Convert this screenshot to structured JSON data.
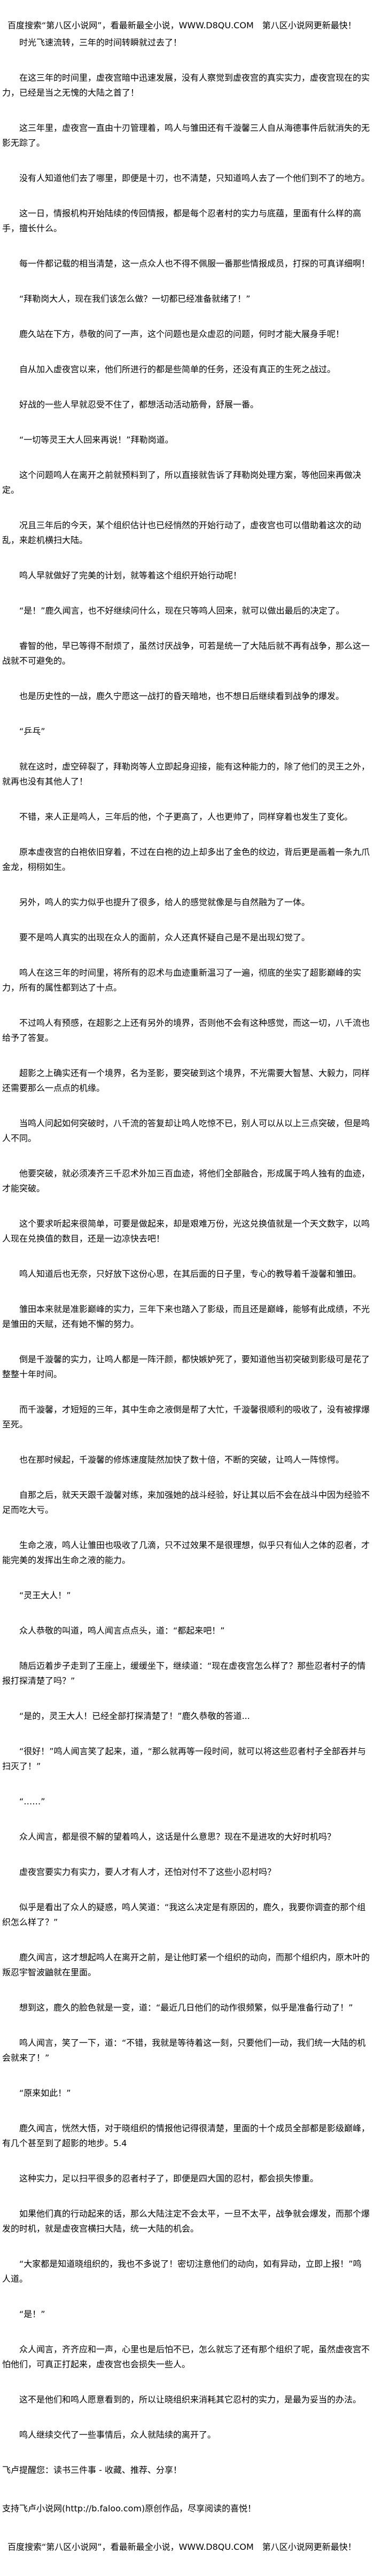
{
  "ad_banner": "百度搜索“第八区小说网”，看最新最全小说，WWW.D8QU.COM　第八区小说网更新最快！",
  "paragraphs": [
    "时光飞速流转，三年的时间转瞬就过去了！",
    "在这三年的时间里，虚夜宫暗中迅速发展，没有人察觉到虚夜宫的真实实力，虚夜宫现在的实力，已经是当之无愧的大陆之首了！",
    "这三年里，虚夜宫一直由十刃管理着，鸣人与雏田还有千漩馨三人自从海德事件后就消失的无影无踪了。",
    "没有人知道他们去了哪里，即便是十刃，也不清楚，只知道鸣人去了一个他们到不了的地方。",
    "这一日，情报机构开始陆续的传回情报，都是每个忍者村的实力与底蕴，里面有什么样的高手，擅长什么。",
    "每一件都记载的相当清楚，这一点众人也不得不佩服一番那些情报成员，打探的可真详细啊！",
    "“拜勒岗大人，现在我们该怎么做？一切都已经准备就绪了！”",
    "鹿久站在下方，恭敬的问了一声，这个问题也是众虚忍的问题，何时才能大展身手呢！",
    "自从加入虚夜宫以来，他们所进行的都是些简单的任务，还没有真正的生死之战过。",
    "好战的一些人早就忍受不住了，都想活动活动筋骨，舒展一番。",
    "“一切等灵王大人回来再说！”拜勒岗道。",
    "这个问题鸣人在离开之前就预料到了，所以直接就告诉了拜勒岗处理方案，等他回来再做决定。",
    "况且三年后的今天，某个组织估计也已经悄然的开始行动了，虚夜宫也可以借助着这次的动乱，来趁机横扫大陆。",
    "鸣人早就做好了完美的计划，就等着这个组织开始行动呢！",
    "“是！”鹿久闻言，也不好继续问什么，现在只等鸣人回来，就可以做出最后的决定了。",
    "睿智的他，早已等得不耐烦了，虽然讨厌战争，可若是统一了大陆后就不再有战争，那么这一战就不可避免的。",
    "也是历史性的一战，鹿久宁愿这一战打的昏天暗地，也不想日后继续看到战争的爆发。",
    "“乒乓”",
    "就在这时，虚空碎裂了，拜勒岗等人立即起身迎接，能有这种能力的，除了他们的灵王之外，就再也没有其他人了！",
    "不错，来人正是鸣人，三年后的他，个子更高了，人也更帅了，同样穿着也发生了变化。",
    "原本虚夜宫的白袍依旧穿着，不过在白袍的边上却多出了金色的纹边，背后更是画着一条九爪金龙，栩栩如生。",
    "另外，鸣人的实力似乎也提升了很多，给人的感觉就像是与自然融为了一体。",
    "要不是鸣人真实的出现在众人的面前，众人还真怀疑自己是不是出现幻觉了。",
    "鸣人在这三年的时间里，将所有的忍术与血迹重新温习了一遍，彻底的坐实了超影巅峰的实力，所有的属性都到达了十点。",
    "不过鸣人有预感，在超影之上还有另外的境界，否则他不会有这种感觉，而这一切，八千流也给予了答复。",
    "超影之上确实还有一个境界，名为圣影，要突破到这个境界，不光需要大智慧、大毅力，同样还需要那么一点点的机缘。",
    "当鸣人问起如何突破时，八千流的答复却让鸣人吃惊不已，别人可以从以上三点突破，但是鸣人不同。",
    "他要突破，就必须凑齐三千忍术外加三百血迹，将他们全部融合，形成属于鸣人独有的血迹，才能突破。",
    "这个要求听起来很简单，可要是做起来，却是艰难万份，光这兑换值就是一个天文数字，以鸣人现在兑换值的数目，还是一边凉快去吧！",
    "鸣人知道后也无奈，只好放下这份心思，在其后面的日子里，专心的教导着千漩馨和雏田。",
    "雏田本来就是准影巅峰的实力，三年下来也踏入了影级，而且还是巅峰，能够有此成绩，不光是雏田的天赋，还有她不懈的努力。",
    "倒是千漩馨的实力，让鸣人都是一阵汗颜，都快嫉妒死了，要知道他当初突破到影级可是花了整整十年时间。",
    "而千漩馨，才短短的三年，其中生命之液倒是帮了大忙，千漩馨很顺利的吸收了，没有被撑爆至死。",
    "也在那时候起，千漩馨的修炼速度陡然加快了数十倍，不断的突破，让鸣人一阵惊愕。",
    "自那之后，就天天跟千漩馨对练，来加强她的战斗经验，好让其以后不会在战斗中因为经验不足而吃大亏。",
    "生命之液，鸣人让雏田也吸收了几滴，只不过效果不是很理想，似乎只有仙人之体的忍者，才能完美的发挥出生命之液的能力。",
    "“灵王大人！”",
    "众人恭敬的叫道，鸣人闻言点点头，道：“都起来吧！”",
    "随后迈着步子走到了王座上，缓缓坐下，继续道：“现在虚夜宫怎么样了？那些忍者村子的情报打探清楚了吗？”",
    "“是的，灵王大人！已经全部打探清楚了！”鹿久恭敬的答道...",
    "“很好！”鸣人闻言笑了起来，道，“那么就再等一段时间，就可以将这些忍者村子全部吞并与扫灭了！”",
    "“……”",
    "众人闻言，都是很不解的望着鸣人，这话是什么意思？现在不是进攻的大好时机吗？",
    "虚夜宫要实力有实力，要人才有人才，还怕对付不了这些小忍村吗？",
    "似乎是看出了众人的疑惑，鸣人笑道：“我这么决定是有原因的，鹿久，我要你调查的那个组织怎么样了？”",
    "鹿久闻言，这才想起鸣人在离开之前，是让他盯紧一个组织的动向，而那个组织内，原木叶的叛忍宇智波鼬就在里面。",
    "想到这，鹿久的脸色就是一变，道：“最近几日他们的动作很频繁，似乎是准备行动了！”",
    "鸣人闻言，笑了一下，道：“不错，我就是等待着这一刻，只要他们一动，我们统一大陆的机会就来了！”",
    "“原来如此！”",
    "鹿久闻言，恍然大悟，对于晓组织的情报他记得很清楚，里面的十个成员全部都是影级巅峰，有几个甚至到了超影的地步。5.4",
    "这种实力，足以扫平很多的忍者村子了，即便是四大国的忍村，都会损失惨重。",
    "如果他们真的行动起来的话，那么大陆注定不会太平，一旦不太平，战争就会爆发，而那个爆发的时机，就是虚夜宫横扫大陆，统一大陆的机会。",
    "“大家都是知道晓组织的，我也不多说了！密切注意他们的动向，如有异动，立即上报！”鸣人道。",
    "“是！”",
    "众人闻言，齐齐应和一声，心里也是后怕不已，怎么就忘了还有那个组织了呢，虽然虚夜宫不怕他们，可真正打起来，虚夜宫也会损失一些人。",
    "这不是他们和鸣人愿意看到的，所以让晓组织来消耗其它忍村的实力，是最为妥当的办法。",
    "鸣人继续交代了一些事情后，众人就陆续的离开了。"
  ],
  "footer": {
    "reminder": "飞卢提醒您：读书三件事 - 收藏、推荐、分享！",
    "support": "支持飞卢小说网(http://b.faloo.com)原创作品，尽享阅读的喜悦！"
  }
}
